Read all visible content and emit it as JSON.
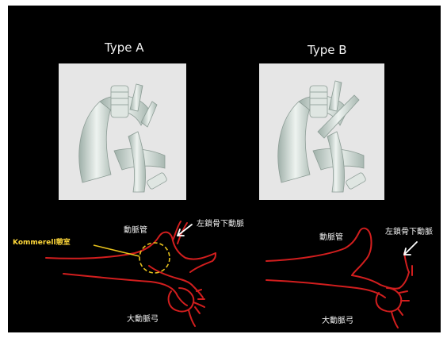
{
  "panels": [
    {
      "title": "Type A"
    },
    {
      "title": "Type B"
    }
  ],
  "labels_a": {
    "ductus": "動脈管",
    "left_subclavian": "左鎖骨下動脈",
    "kommerell": "Kommerell憩室",
    "aortic_arch": "大動脈弓"
  },
  "labels_b": {
    "ductus": "動脈管",
    "left_subclavian": "左鎖骨下動脈",
    "aortic_arch": "大動脈弓"
  },
  "colors": {
    "background": "#000000",
    "vessel_line": "#d21e1e",
    "highlight_circle": "#e8c21c",
    "arrow": "#ffffff",
    "kommerell_label": "#ffd83a",
    "model_panel": "#e6e6e6"
  }
}
